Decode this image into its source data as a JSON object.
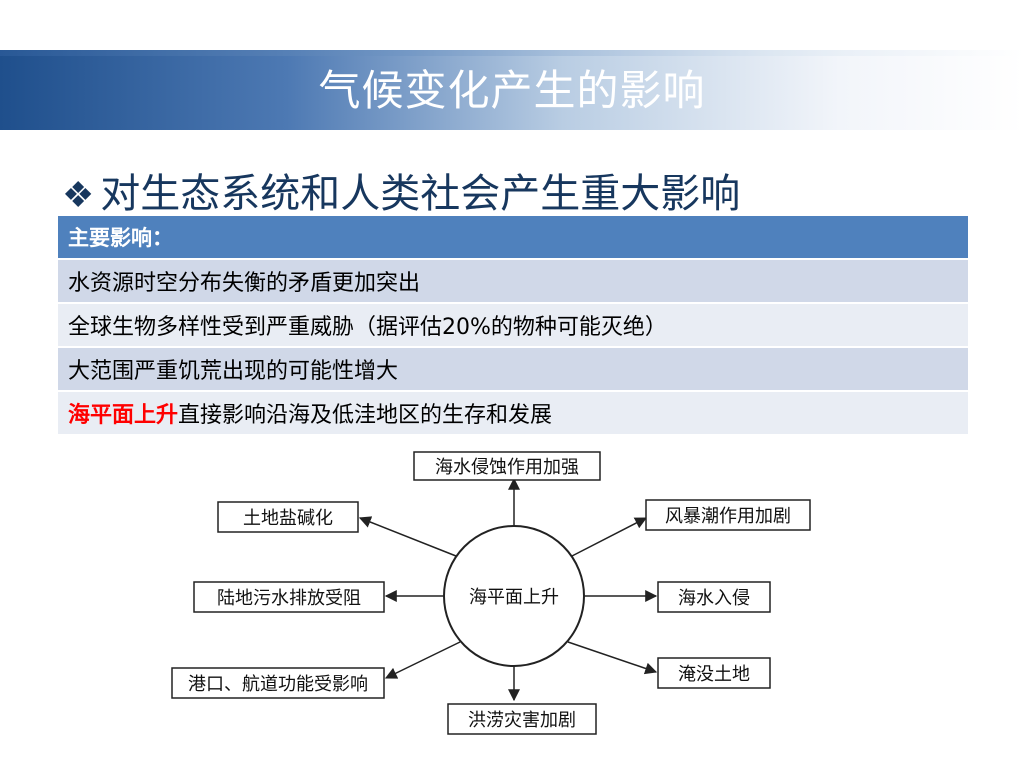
{
  "slide": {
    "title": "气候变化产生的影响",
    "bullet_symbol": "❖",
    "bullet_heading": "对生态系统和人类社会产生重大影响"
  },
  "table": {
    "header": "主要影响：",
    "rows": [
      {
        "prefix": "",
        "text": "水资源时空分布失衡的矛盾更加突出"
      },
      {
        "prefix": "",
        "text": "全球生物多样性受到严重威胁（据评估20%的物种可能灭绝）"
      },
      {
        "prefix": "",
        "text": "大范围严重饥荒出现的可能性增大"
      },
      {
        "prefix": "海平面上升",
        "text": "直接影响沿海及低洼地区的生存和发展"
      }
    ],
    "highlight_color": "#ff0000",
    "header_color": "#4f81bd"
  },
  "diagram": {
    "center": "海平面上升",
    "nodes": {
      "top": "海水侵蚀作用加强",
      "upper_left": "土地盐碱化",
      "upper_right": "风暴潮作用加剧",
      "left": "陆地污水排放受阻",
      "right": "海水入侵",
      "lower_left": "港口、航道功能受影响",
      "lower_right": "淹没土地",
      "bottom": "洪涝灾害加剧"
    }
  }
}
